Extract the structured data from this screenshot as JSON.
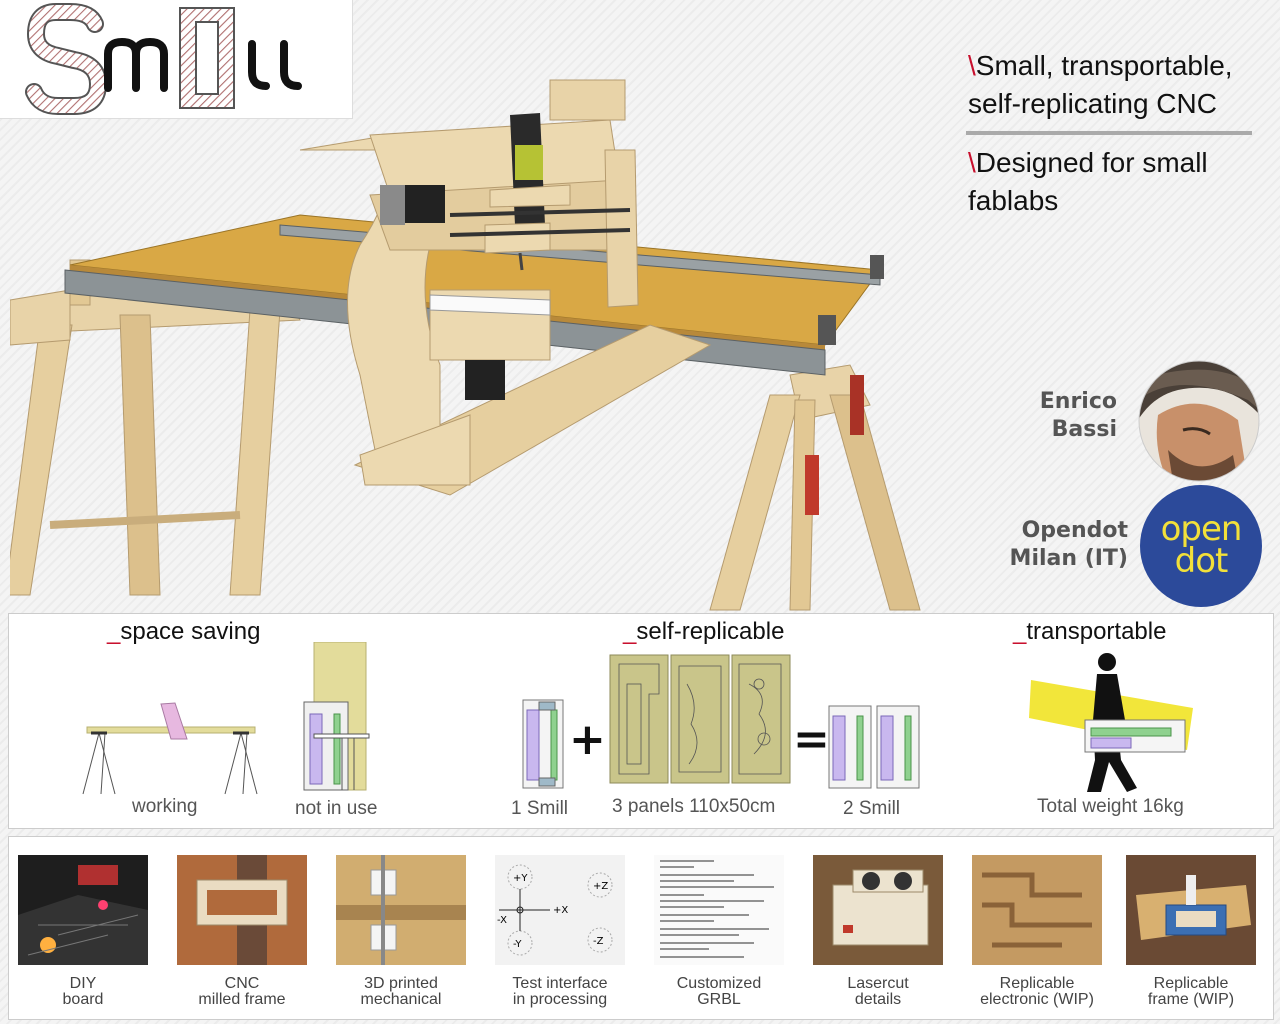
{
  "logo": {
    "text": "Smill"
  },
  "tagline": {
    "line1_a": "Small, transportable,",
    "line1_b": "self-replicating CNC",
    "line2_a": "Designed for small",
    "line2_b": "fablabs",
    "marker": "\\"
  },
  "author": {
    "first": "Enrico",
    "last": "Bassi"
  },
  "org": {
    "name": "Opendot",
    "location": "Milan (IT)",
    "logo_top": "open",
    "logo_bottom": "dot"
  },
  "features": {
    "marker": "_",
    "space_saving": {
      "title": "space saving",
      "working": "working",
      "not_in_use": "not in use"
    },
    "self_replicable": {
      "title": "self-replicable",
      "one": "1 Smill",
      "panels": "3 panels 110x50cm",
      "two": "2 Smill",
      "plus": "+",
      "equals": "="
    },
    "transportable": {
      "title": "transportable",
      "weight": "Total weight 16kg"
    }
  },
  "gallery": [
    {
      "line1": "DIY",
      "line2": "board"
    },
    {
      "line1": "CNC",
      "line2": "milled frame"
    },
    {
      "line1": "3D printed",
      "line2": "mechanical"
    },
    {
      "line1": "Test interface",
      "line2": "in processing"
    },
    {
      "line1": "Customized",
      "line2": "GRBL"
    },
    {
      "line1": "Lasercut",
      "line2": "details"
    },
    {
      "line1": "Replicable",
      "line2": "electronic (WIP)"
    },
    {
      "line1": "Replicable",
      "line2": "frame (WIP)"
    }
  ],
  "test_interface_labels": {
    "y_plus": "+Y",
    "x_minus": "-X",
    "x_plus": "+X",
    "y_minus": "-Y",
    "z_plus": "+Z",
    "z_minus": "-Z"
  },
  "colors": {
    "accent": "#c8102e",
    "wood": "#e8d3a8",
    "plywood_top": "#d9a845",
    "rail": "#8c9396",
    "opendot_blue": "#2c4a9a",
    "opendot_yellow": "#f2e03a"
  },
  "icons": [
    "smill-logo",
    "cnc-machine-photo",
    "author-photo",
    "opendot-logo",
    "sawhorse-diagram",
    "panel-sheet",
    "walking-person-silhouette"
  ]
}
